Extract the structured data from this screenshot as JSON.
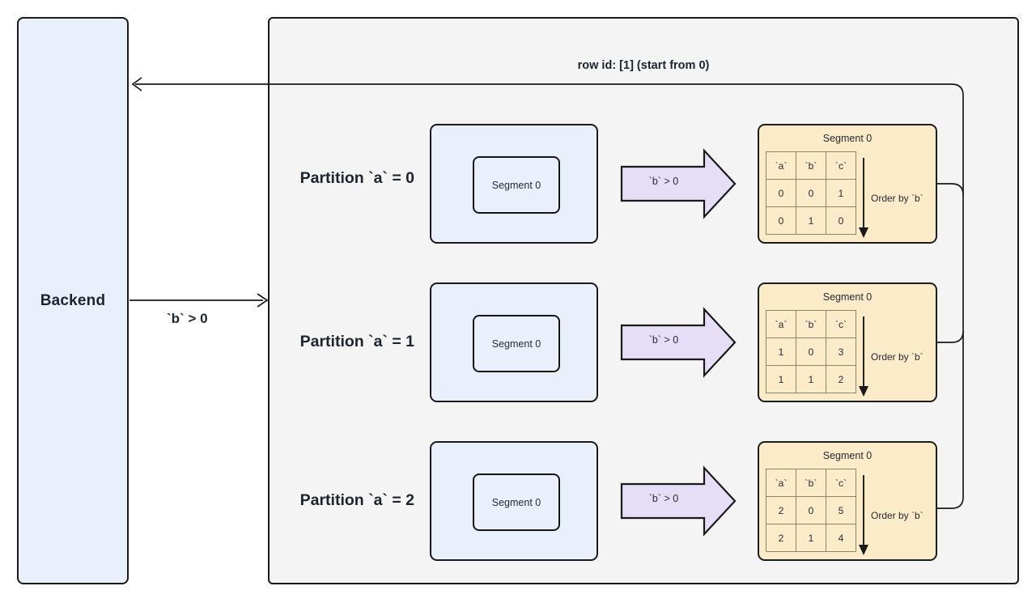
{
  "diagram": {
    "title_note": "row id: [1]  (start from 0)",
    "colors": {
      "backend_fill": "#eaf0fb",
      "container_fill": "#f4f4f4",
      "partition_fill": "#eaf0fb",
      "segment_fill": "#fcebc9",
      "arrow_fill": "#e6ddf7",
      "stroke": "#1a1a1a",
      "table_border": "#8a8566"
    }
  },
  "backend": {
    "label": "Backend"
  },
  "request_arrow": {
    "label": "`b` > 0",
    "direction": "right"
  },
  "response_arrow": {
    "direction": "left"
  },
  "partitions": [
    {
      "label": "Partition `a` = 0",
      "inner_segment_label": "Segment 0",
      "filter_arrow_label": "`b` > 0",
      "segment": {
        "title": "Segment 0",
        "order_by_label": "Order by `b`",
        "columns": [
          "`a`",
          "`b`",
          "`c`"
        ],
        "rows": [
          [
            "0",
            "0",
            "1"
          ],
          [
            "0",
            "1",
            "0"
          ]
        ]
      }
    },
    {
      "label": "Partition `a` = 1",
      "inner_segment_label": "Segment 0",
      "filter_arrow_label": "`b` > 0",
      "segment": {
        "title": "Segment 0",
        "order_by_label": "Order by `b`",
        "columns": [
          "`a`",
          "`b`",
          "`c`"
        ],
        "rows": [
          [
            "1",
            "0",
            "3"
          ],
          [
            "1",
            "1",
            "2"
          ]
        ]
      }
    },
    {
      "label": "Partition `a` = 2",
      "inner_segment_label": "Segment 0",
      "filter_arrow_label": "`b` > 0",
      "segment": {
        "title": "Segment 0",
        "order_by_label": "Order by `b`",
        "columns": [
          "`a`",
          "`b`",
          "`c`"
        ],
        "rows": [
          [
            "2",
            "0",
            "5"
          ],
          [
            "2",
            "1",
            "4"
          ]
        ]
      }
    }
  ]
}
